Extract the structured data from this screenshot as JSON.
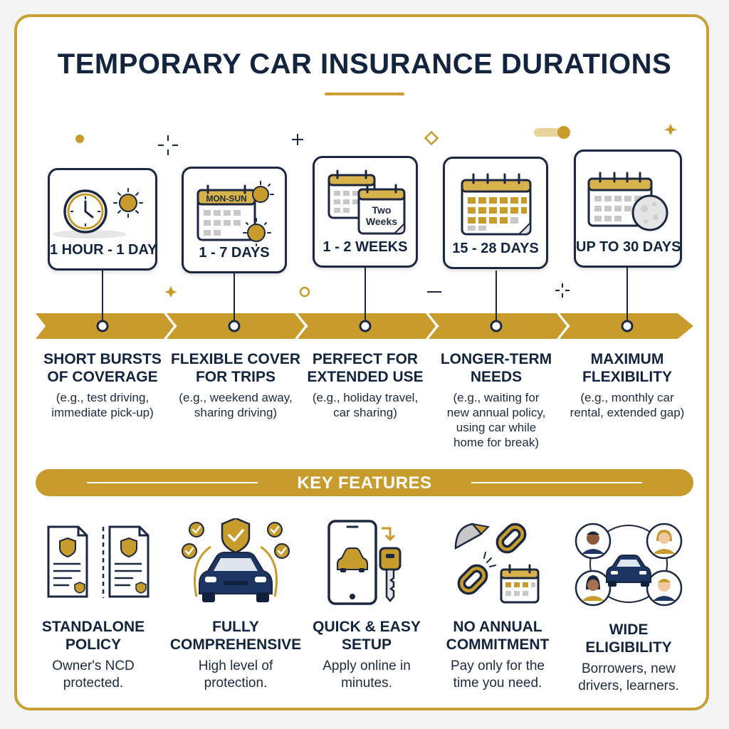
{
  "title": "TEMPORARY CAR INSURANCE DURATIONS",
  "colors": {
    "navy": "#1b2840",
    "gold": "#c79b2c",
    "gold_light": "#d8b24a",
    "grey": "#c8c8c8"
  },
  "durations": [
    {
      "icon": "clock-and-sun-icon",
      "label": "1 HOUR - 1 DAY",
      "heading": "SHORT BURSTS\nOF COVERAGE",
      "example": "(e.g., test driving,\nimmediate pick-up)"
    },
    {
      "icon": "weekly-calendar-icon",
      "calendar_text": "MON-SUN",
      "label": "1 - 7 DAYS",
      "heading": "FLEXIBLE COVER\nFOR TRIPS",
      "example": "(e.g., weekend away,\nsharing driving)"
    },
    {
      "icon": "two-weeks-calendar-icon",
      "calendar_text": "Two\nWeeks",
      "label": "1 - 2 WEEKS",
      "heading": "PERFECT FOR\nEXTENDED USE",
      "example": "(e.g., holiday travel,\ncar sharing)"
    },
    {
      "icon": "monthly-calendar-icon",
      "label": "15 - 28 DAYS",
      "heading": "LONGER-TERM\nNEEDS",
      "example": "(e.g., waiting for\nnew annual policy,\nusing car while\nhome for break)"
    },
    {
      "icon": "calendar-and-moon-icon",
      "label": "UP TO 30 DAYS",
      "heading": "MAXIMUM\nFLEXIBILITY",
      "example": "(e.g., monthly car\nrental, extended gap)"
    }
  ],
  "key_features": {
    "title": "KEY FEATURES",
    "items": [
      {
        "icon": "policy-documents-icon",
        "heading": "STANDALONE\nPOLICY",
        "description": "Owner's NCD\nprotected."
      },
      {
        "icon": "shielded-car-icon",
        "heading": "FULLY\nCOMPREHENSIVE",
        "description": "High level of\nprotection."
      },
      {
        "icon": "phone-and-key-icon",
        "heading": "QUICK & EASY\nSETUP",
        "description": "Apply online in\nminutes."
      },
      {
        "icon": "broken-chain-icon",
        "heading": "NO ANNUAL\nCOMMITMENT",
        "description": "Pay only for the\ntime you need."
      },
      {
        "icon": "drivers-around-car-icon",
        "heading": "WIDE\nELIGIBILITY",
        "description": "Borrowers, new\ndrivers, learners."
      }
    ]
  }
}
